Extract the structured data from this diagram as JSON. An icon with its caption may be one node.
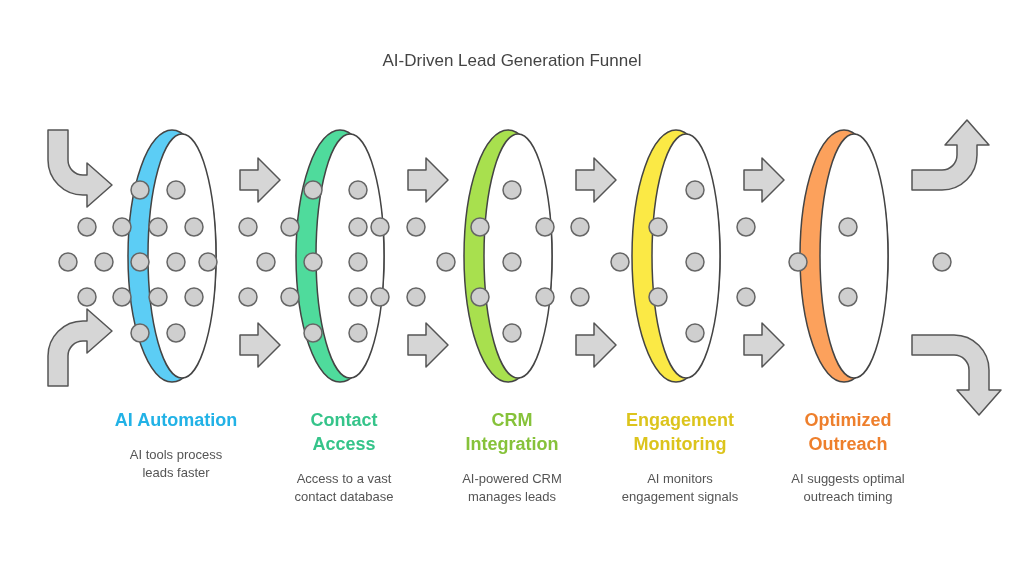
{
  "diagram": {
    "title": "AI-Driven Lead Generation Funnel",
    "nodes": [
      {
        "text": [
          "AI Automation",
          "AI tools process leads faster"
        ]
      },
      {
        "text": [
          "Contact Access",
          "Access to a vast contact database"
        ]
      },
      {
        "text": [
          "CRM Integration",
          "AI-powered CRM manages leads"
        ]
      },
      {
        "text": [
          "Engagement Monitoring",
          "AI monitors engagement signals"
        ]
      },
      {
        "text": [
          "Optimized Outreach",
          "AI suggests optimal outreach timing"
        ]
      }
    ],
    "edges": [
      {
        "from": null,
        "to": 0,
        "arrow": "to"
      },
      {
        "from": null,
        "to": 0,
        "arrow": "to"
      },
      {
        "from": 0,
        "to": 1,
        "arrow": "to"
      },
      {
        "from": 0,
        "to": 1,
        "arrow": "to"
      },
      {
        "from": 1,
        "to": 2,
        "arrow": "to"
      },
      {
        "from": 1,
        "to": 2,
        "arrow": "to"
      },
      {
        "from": 2,
        "to": 3,
        "arrow": "to"
      },
      {
        "from": 2,
        "to": 3,
        "arrow": "to"
      },
      {
        "from": 3,
        "to": 4,
        "arrow": "to"
      },
      {
        "from": 3,
        "to": 4,
        "arrow": "to"
      },
      {
        "from": 4,
        "to": null,
        "arrow": "to"
      },
      {
        "from": 4,
        "to": null,
        "arrow": "to"
      }
    ]
  }
}
